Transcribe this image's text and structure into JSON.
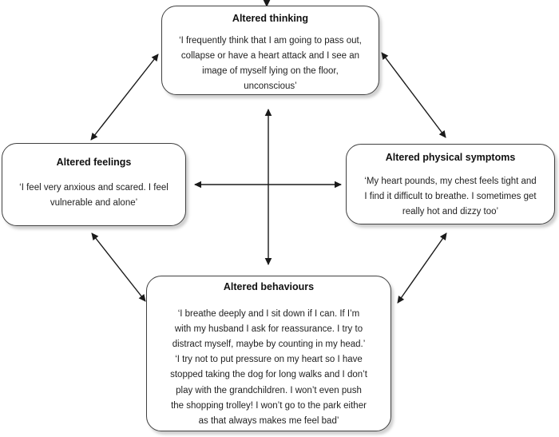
{
  "diagram": {
    "type": "five-areas-model",
    "colors": {
      "background": "#ffffff",
      "box_fill": "#ffffff",
      "box_border": "#404040",
      "box_shadow": "#9a9a9a",
      "text": "#1f1f1f",
      "arrow": "#1a1a1a"
    }
  },
  "boxes": {
    "top": {
      "title": "Altered thinking",
      "quotes": [
        "‘I frequently think that I am going to pass out,\ncollapse or have a heart attack and I see an\nimage of myself lying on the floor,\nunconscious’"
      ]
    },
    "left": {
      "title": "Altered feelings",
      "quotes": [
        "‘I feel very anxious and scared. I feel\nvulnerable and alone’"
      ]
    },
    "right": {
      "title": "Altered physical symptoms",
      "quotes": [
        "‘My heart pounds, my chest feels tight and\nI find it difficult to breathe. I sometimes get\nreally hot and dizzy too’"
      ]
    },
    "bottom": {
      "title": "Altered behaviours",
      "quotes": [
        "‘I breathe deeply and I sit down if I can. If I’m\nwith my husband I ask for reassurance. I try to\ndistract myself, maybe by counting in my head.’",
        "‘I try not to put pressure on my heart so I have\nstopped taking the dog for long walks and I don’t\nplay with the grandchildren. I won’t even push\nthe shopping trolley! I won’t go to the park either\nas that always makes me feel bad’"
      ]
    }
  },
  "arrows": [
    {
      "from": "off-screen-above",
      "to": "top",
      "bidirectional": false
    },
    {
      "from": "top",
      "to": "bottom",
      "bidirectional": true
    },
    {
      "from": "left",
      "to": "right",
      "bidirectional": true
    },
    {
      "from": "top",
      "to": "left",
      "bidirectional": true
    },
    {
      "from": "top",
      "to": "right",
      "bidirectional": true
    },
    {
      "from": "left",
      "to": "bottom",
      "bidirectional": true
    },
    {
      "from": "right",
      "to": "bottom",
      "bidirectional": true
    }
  ]
}
